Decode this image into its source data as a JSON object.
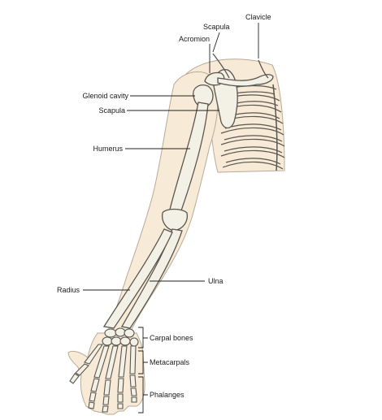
{
  "labels": {
    "clavicle": "Clavicle",
    "scapula_top": "Scapula",
    "acromion": "Acromion",
    "glenoid_cavity": "Glenoid cavity",
    "scapula_mid": "Scapula",
    "humerus": "Humerus",
    "ulna": "Ulna",
    "radius": "Radius",
    "carpal_bones": "Carpal bones",
    "metacarpals": "Metacarpals",
    "phalanges": "Phalanges"
  },
  "colors": {
    "skin": "#f7ead6",
    "skin_outline": "#b9aa95",
    "bone": "#f3f0e6",
    "bone_outline": "#5a5650",
    "leader": "#222222"
  }
}
